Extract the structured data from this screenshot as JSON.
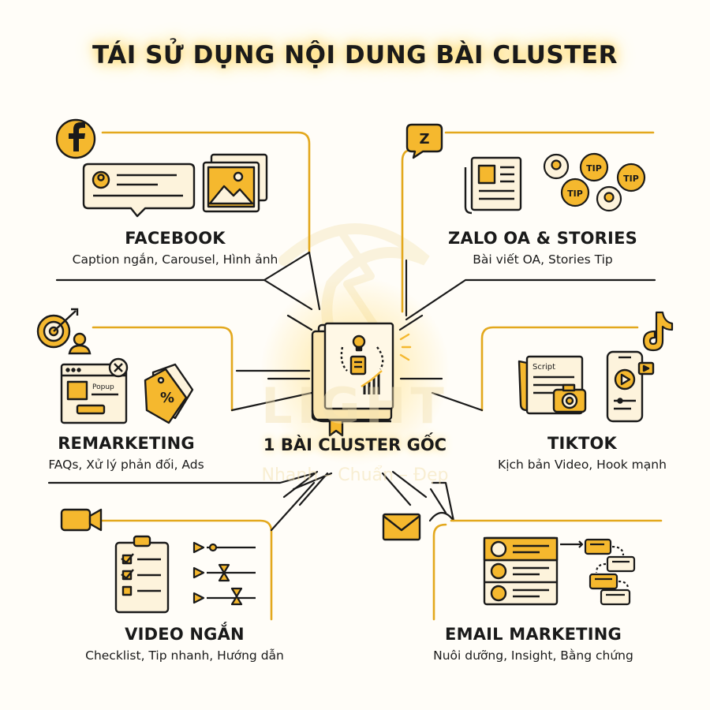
{
  "title": "TÁI SỬ DỤNG NỘI DUNG BÀI CLUSTER",
  "center": {
    "label": "1 BÀI CLUSTER GỐC"
  },
  "watermark": {
    "brand": "LIGHT",
    "tagline": "Nhanh – Chuẩn – Đẹp"
  },
  "colors": {
    "accent": "#f5b82e",
    "line": "#e3a81d",
    "ink": "#1a1a1a",
    "panel": "#fdf3dc"
  },
  "channels": [
    {
      "title": "FACEBOOK",
      "subtitle": "Caption ngắn, Carousel, Hình ảnh",
      "icon": "facebook-icon"
    },
    {
      "title": "ZALO OA & STORIES",
      "subtitle": "Bài viết OA, Stories Tip",
      "icon": "zalo-icon"
    },
    {
      "title": "REMARKETING",
      "subtitle": "FAQs, Xử lý phản đối, Ads",
      "icon": "target-icon"
    },
    {
      "title": "TIKTOK",
      "subtitle": "Kịch bản Video, Hook mạnh",
      "icon": "tiktok-icon"
    },
    {
      "title": "VIDEO NGẮN",
      "subtitle": "Checklist, Tip nhanh, Hướng dẫn",
      "icon": "video-camera-icon"
    },
    {
      "title": "EMAIL MARKETING",
      "subtitle": "Nuôi dưỡng, Insight, Bằng chứng",
      "icon": "envelope-icon"
    }
  ],
  "icon_texts": {
    "zalo_letter": "Z",
    "tip": "TIP",
    "popup": "Popup",
    "percent": "%",
    "script": "Script"
  }
}
